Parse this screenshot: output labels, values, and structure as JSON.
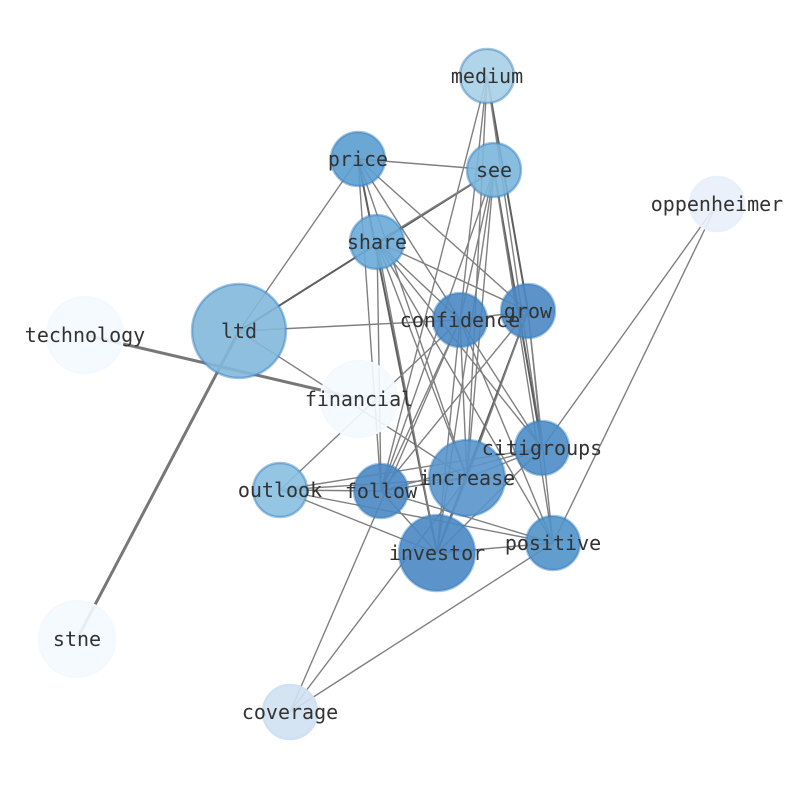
{
  "graph": {
    "nodes": [
      {
        "id": "medium",
        "color": "#a9d0e5",
        "weight": 1
      },
      {
        "id": "price",
        "color": "#5b9dcf",
        "weight": 1
      },
      {
        "id": "see",
        "color": "#7bb6db",
        "weight": 1
      },
      {
        "id": "oppenheimer",
        "color": "#e8f0f9",
        "weight": 1
      },
      {
        "id": "share",
        "color": "#6aabd7",
        "weight": 1
      },
      {
        "id": "ltd",
        "color": "#82b8db",
        "weight": 3
      },
      {
        "id": "technology",
        "color": "#f4f9fe",
        "weight": 2
      },
      {
        "id": "confidence",
        "color": "#4a88c3",
        "weight": 1
      },
      {
        "id": "grow",
        "color": "#4a88c3",
        "weight": 1
      },
      {
        "id": "financial",
        "color": "#f4f9fe",
        "weight": 2
      },
      {
        "id": "citigroups",
        "color": "#4d8cc5",
        "weight": 1
      },
      {
        "id": "increase",
        "color": "#5895cb",
        "weight": 2
      },
      {
        "id": "outlook",
        "color": "#88bfe0",
        "weight": 1
      },
      {
        "id": "follow",
        "color": "#4a88c3",
        "weight": 1
      },
      {
        "id": "investor",
        "color": "#4a88c3",
        "weight": 2
      },
      {
        "id": "positive",
        "color": "#5092c8",
        "weight": 1
      },
      {
        "id": "stne",
        "color": "#f4f9fe",
        "weight": 2
      },
      {
        "id": "coverage",
        "color": "#cfe1f2",
        "weight": 1
      }
    ],
    "edges": [
      [
        "technology",
        "financial",
        3
      ],
      [
        "ltd",
        "stne",
        3
      ],
      [
        "ltd",
        "see",
        2
      ],
      [
        "ltd",
        "price",
        1
      ],
      [
        "ltd",
        "confidence",
        1
      ],
      [
        "ltd",
        "increase",
        1
      ],
      [
        "medium",
        "confidence",
        1
      ],
      [
        "medium",
        "follow",
        1
      ],
      [
        "medium",
        "grow",
        2
      ],
      [
        "medium",
        "citigroups",
        1
      ],
      [
        "medium",
        "increase",
        1
      ],
      [
        "price",
        "see",
        1
      ],
      [
        "price",
        "follow",
        1
      ],
      [
        "price",
        "investor",
        2
      ],
      [
        "price",
        "increase",
        1
      ],
      [
        "price",
        "confidence",
        1
      ],
      [
        "price",
        "grow",
        1
      ],
      [
        "see",
        "share",
        1
      ],
      [
        "see",
        "confidence",
        1
      ],
      [
        "see",
        "increase",
        1
      ],
      [
        "see",
        "follow",
        1
      ],
      [
        "see",
        "citigroups",
        2
      ],
      [
        "see",
        "positive",
        1
      ],
      [
        "see",
        "investor",
        1
      ],
      [
        "share",
        "grow",
        1
      ],
      [
        "share",
        "investor",
        1
      ],
      [
        "share",
        "increase",
        1
      ],
      [
        "share",
        "confidence",
        1
      ],
      [
        "share",
        "follow",
        1
      ],
      [
        "share",
        "citigroups",
        1
      ],
      [
        "share",
        "positive",
        1
      ],
      [
        "confidence",
        "grow",
        1
      ],
      [
        "confidence",
        "outlook",
        1
      ],
      [
        "confidence",
        "follow",
        1
      ],
      [
        "confidence",
        "investor",
        1
      ],
      [
        "confidence",
        "increase",
        1
      ],
      [
        "confidence",
        "citigroups",
        1
      ],
      [
        "confidence",
        "positive",
        1
      ],
      [
        "confidence",
        "coverage",
        1
      ],
      [
        "grow",
        "follow",
        1
      ],
      [
        "grow",
        "investor",
        2
      ],
      [
        "grow",
        "increase",
        1
      ],
      [
        "grow",
        "citigroups",
        1
      ],
      [
        "grow",
        "positive",
        1
      ],
      [
        "oppenheimer",
        "citigroups",
        1
      ],
      [
        "oppenheimer",
        "positive",
        1
      ],
      [
        "citigroups",
        "outlook",
        1
      ],
      [
        "citigroups",
        "follow",
        1
      ],
      [
        "citigroups",
        "increase",
        1
      ],
      [
        "citigroups",
        "investor",
        1
      ],
      [
        "outlook",
        "follow",
        1
      ],
      [
        "outlook",
        "increase",
        1
      ],
      [
        "outlook",
        "positive",
        1
      ],
      [
        "outlook",
        "investor",
        1
      ],
      [
        "follow",
        "increase",
        1
      ],
      [
        "follow",
        "positive",
        1
      ],
      [
        "follow",
        "investor",
        1
      ],
      [
        "investor",
        "positive",
        1
      ],
      [
        "investor",
        "increase",
        1
      ],
      [
        "coverage",
        "increase",
        1
      ],
      [
        "coverage",
        "positive",
        1
      ]
    ]
  }
}
